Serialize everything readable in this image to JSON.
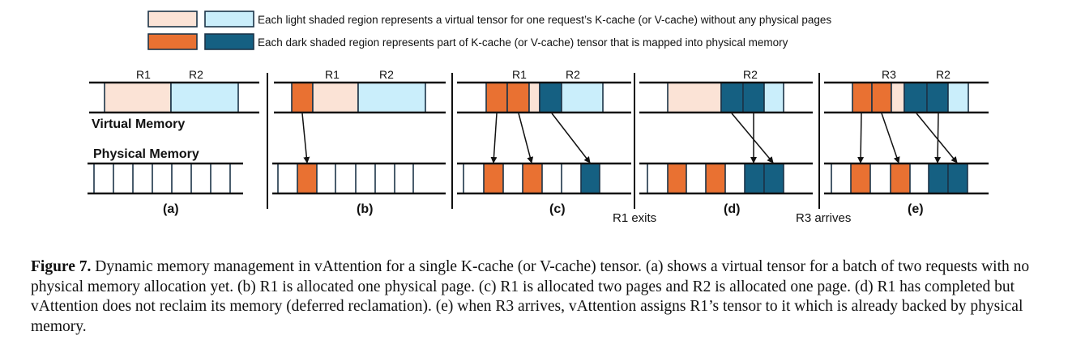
{
  "legend": {
    "light": "Each light shaded region represents a virtual tensor for one request’s K-cache (or V-cache) without any physical pages",
    "dark": "Each dark shaded region represents part of K-cache (or V-cache) tensor that is mapped into physical memory"
  },
  "colors": {
    "light_orange": "#fbe3d6",
    "light_blue": "#caeefb",
    "dark_orange": "#e97132",
    "dark_blue": "#156082"
  },
  "axis_labels": {
    "virtual": "Virtual Memory",
    "physical": "Physical Memory"
  },
  "panels": {
    "a": {
      "label": "(a)",
      "req1": "R1",
      "req2": "R2"
    },
    "b": {
      "label": "(b)",
      "req1": "R1",
      "req2": "R2"
    },
    "c": {
      "label": "(c)",
      "req1": "R1",
      "req2": "R2"
    },
    "d": {
      "label": "(d)",
      "req2": "R2"
    },
    "e": {
      "label": "(e)",
      "req3": "R3",
      "req2": "R2"
    }
  },
  "events": {
    "r1_exits": "R1 exits",
    "r3_arrives": "R3 arrives"
  },
  "caption": {
    "prefix": "Figure 7.",
    "text": "Dynamic memory management in vAttention for a single K-cache (or V-cache) tensor. (a) shows a virtual tensor for a batch of two requests with no physical memory allocation yet. (b) R1 is allocated one physical page. (c) R1 is allocated two pages and R2 is allocated one page. (d) R1 has completed but vAttention does not reclaim its memory (deferred reclamation). (e) when R3 arrives, vAttention assigns R1’s tensor to it which is already backed by physical memory."
  }
}
